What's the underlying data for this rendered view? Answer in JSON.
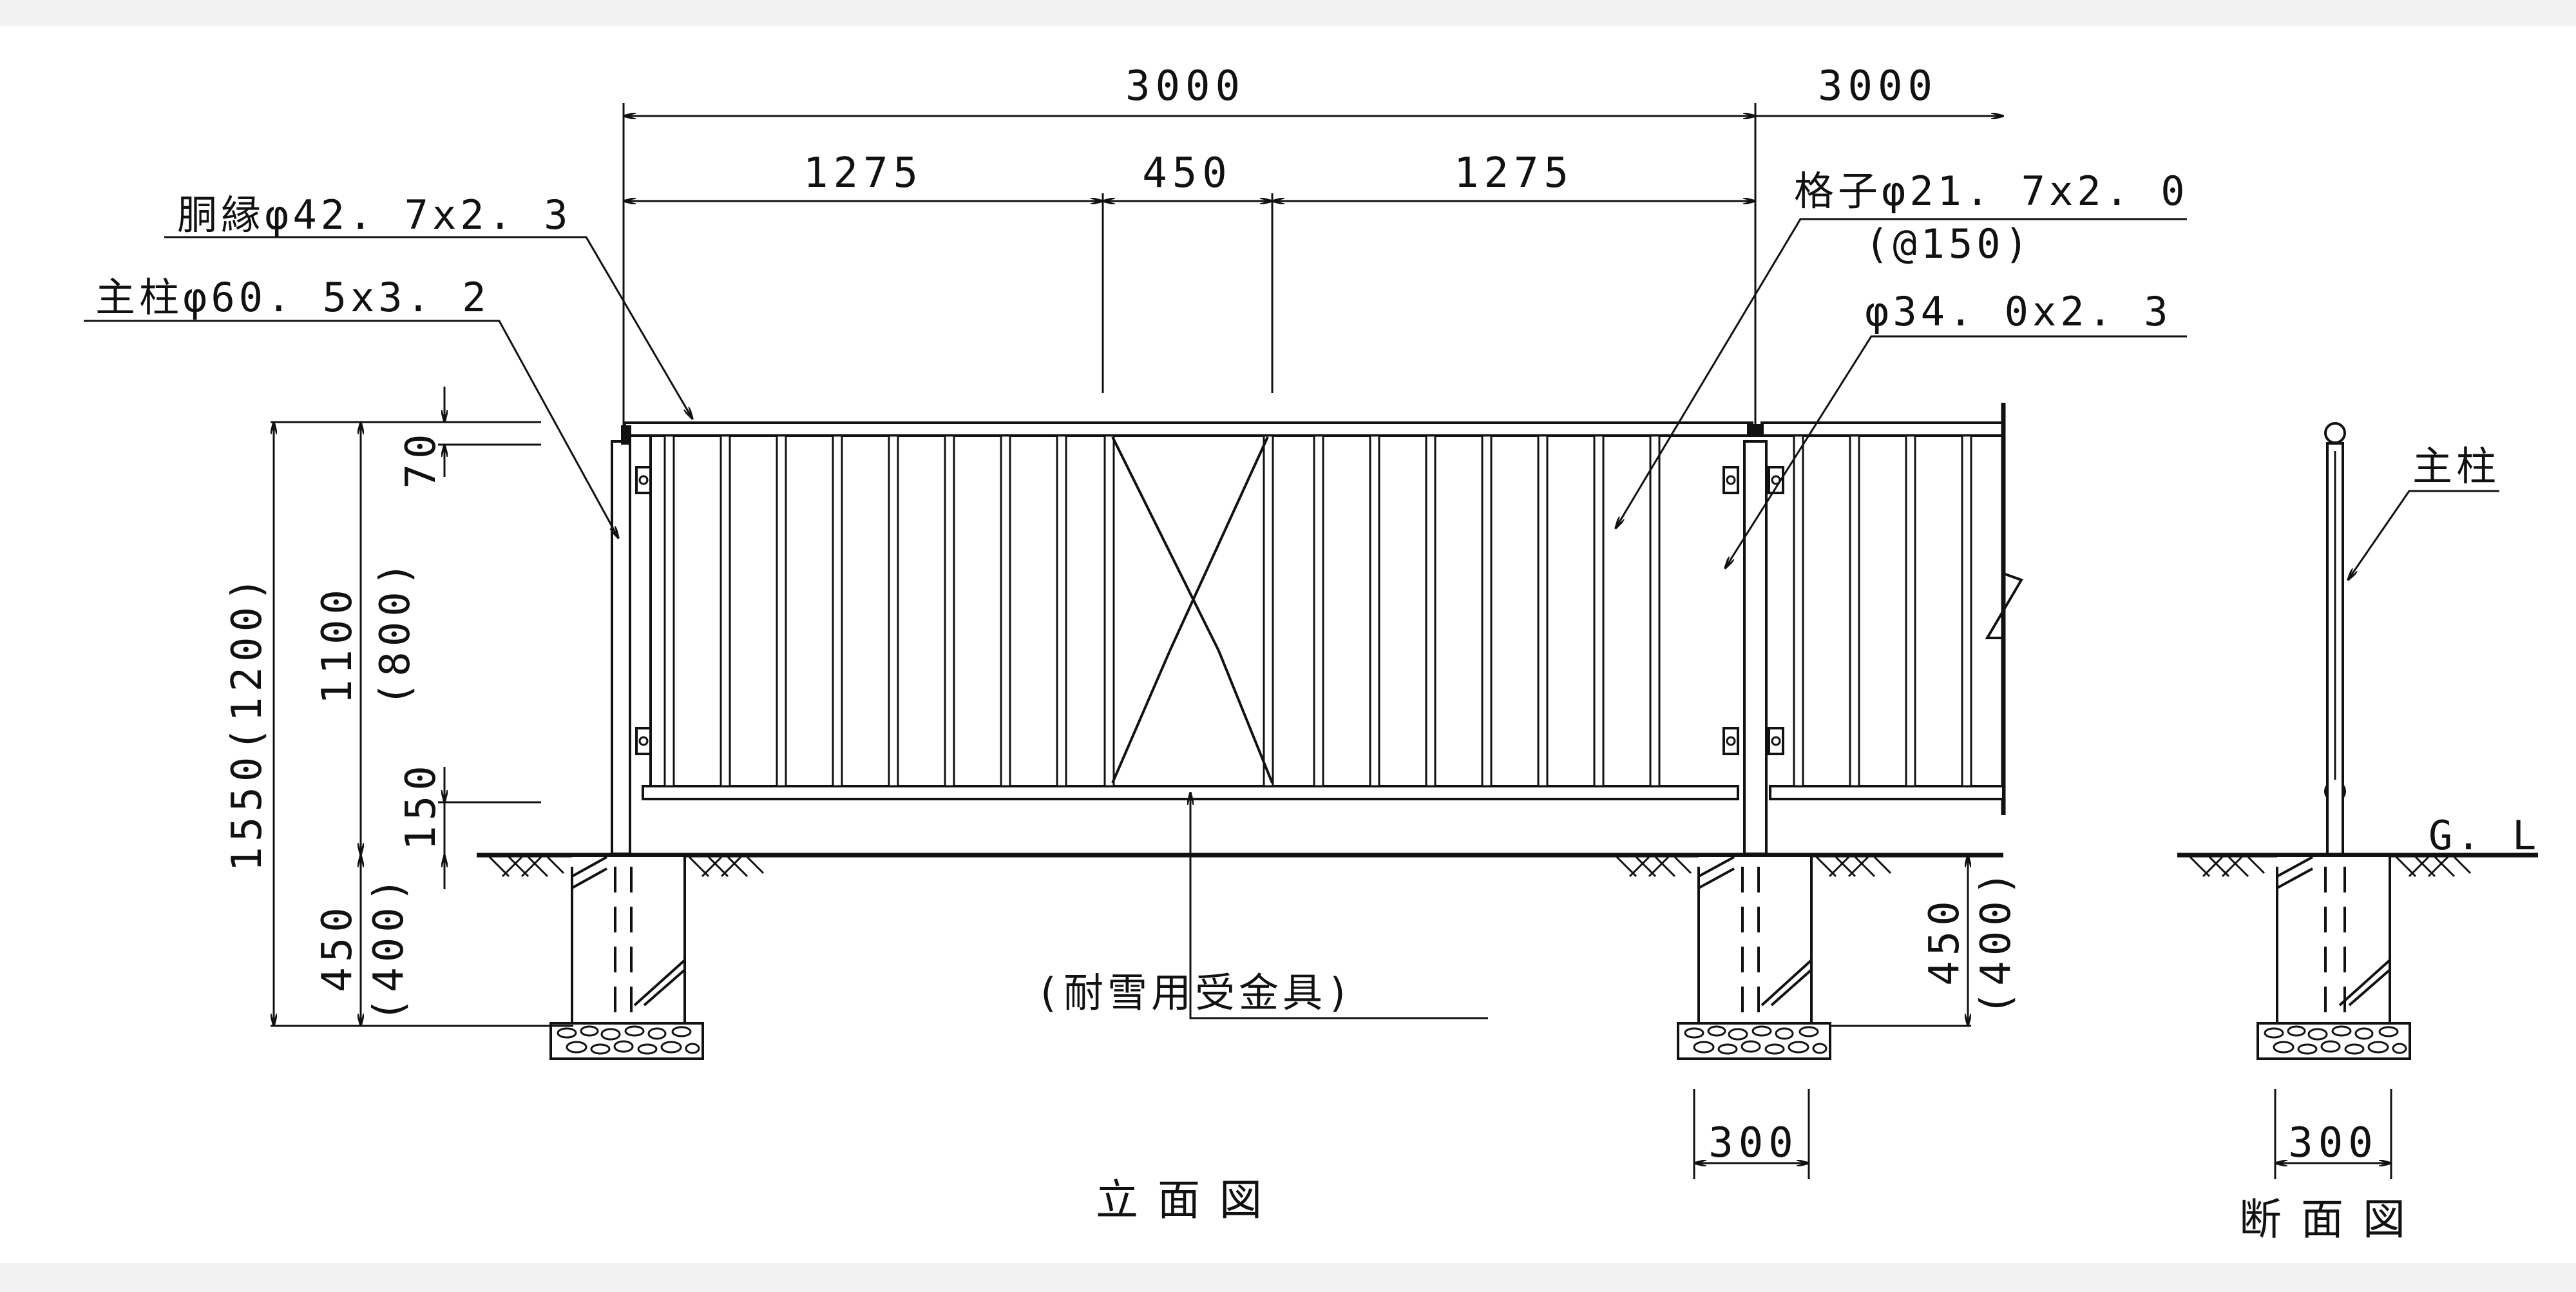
{
  "diagram": {
    "dimensions": {
      "total_span": "3000",
      "next_span": "3000",
      "left_bay": "1275",
      "center_bay": "450",
      "right_bay": "1275",
      "overall_height": "1550(1200)",
      "fence_height": "1100",
      "fence_height_alt": "(800)",
      "top_offset": "70",
      "bottom_offset": "150",
      "embed_left": "450",
      "embed_left_alt": "(400)",
      "embed_right": "450",
      "embed_right_alt": "(400)",
      "footing_width_elev": "300",
      "footing_width_section": "300"
    },
    "labels": {
      "top_rail": "胴縁φ42. 7x2. 3",
      "main_post": "主柱φ60. 5x3. 2",
      "lattice": "格子φ21. 7x2. 0",
      "lattice_pitch": "(@150)",
      "brace": "φ34. 0x2. 3",
      "snow_bracket": "(耐雪用受金具)",
      "section_post": "主柱",
      "ground_level": "G. L"
    },
    "captions": {
      "elevation": "立面図",
      "section": "断面図"
    }
  }
}
